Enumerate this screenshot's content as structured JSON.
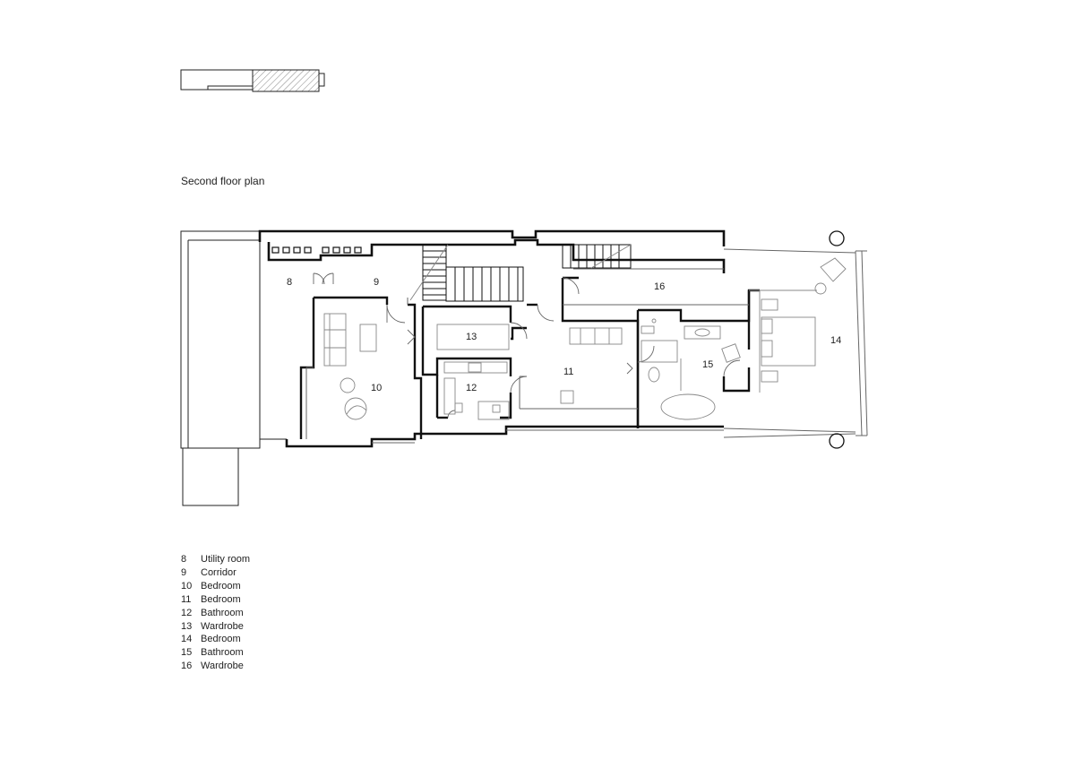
{
  "title": "Second floor plan",
  "rooms": [
    {
      "num": "8",
      "name": "Utility room"
    },
    {
      "num": "9",
      "name": "Corridor"
    },
    {
      "num": "10",
      "name": "Bedroom"
    },
    {
      "num": "11",
      "name": "Bedroom"
    },
    {
      "num": "12",
      "name": "Bathroom"
    },
    {
      "num": "13",
      "name": "Wardrobe"
    },
    {
      "num": "14",
      "name": "Bedroom"
    },
    {
      "num": "15",
      "name": "Bathroom"
    },
    {
      "num": "16",
      "name": "Wardrobe"
    }
  ],
  "colors": {
    "wall": "#111111",
    "thin": "#777777",
    "fixture": "#999999"
  }
}
